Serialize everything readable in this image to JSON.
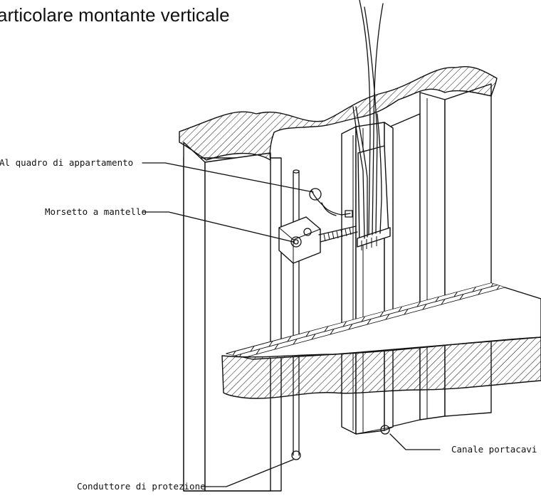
{
  "diagram": {
    "title": "articolare montante verticale",
    "labels": {
      "al_quadro": "Al quadro di appartamento",
      "morsetto": "Morsetto a mantello",
      "canale": "Canale portacavi",
      "conduttore": "Conduttore di protezione"
    }
  }
}
